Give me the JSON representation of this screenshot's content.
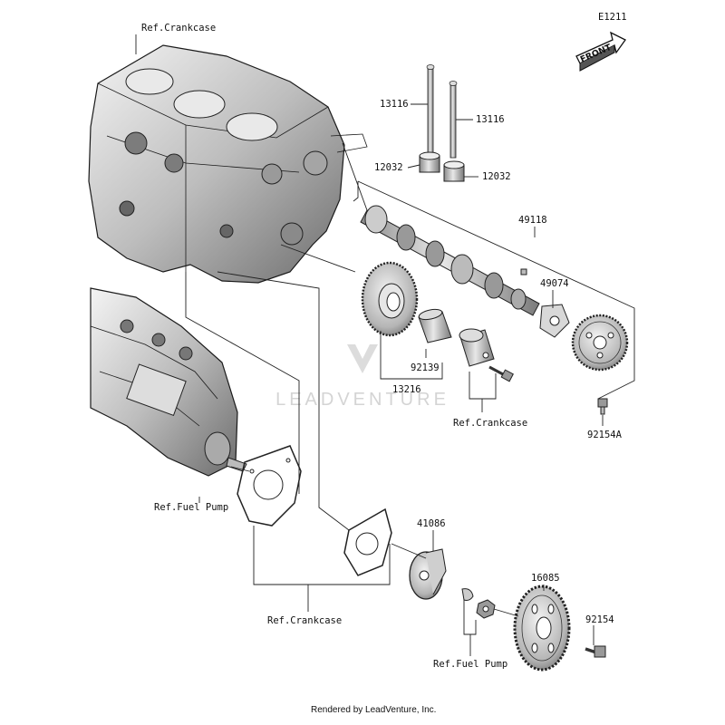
{
  "diagram_id": "E1211",
  "front_label": "FRONT",
  "watermark": "LEADVENTURE",
  "footer": "Rendered by LeadVenture, Inc.",
  "refs": {
    "crankcase_top": "Ref.Crankcase",
    "crankcase_mid": "Ref.Crankcase",
    "crankcase_bottom": "Ref.Crankcase",
    "fuel_pump_left": "Ref.Fuel Pump",
    "fuel_pump_bottom": "Ref.Fuel Pump"
  },
  "parts": {
    "pushrod_left": "13116",
    "pushrod_right": "13116",
    "tappet_left": "12032",
    "tappet_right": "12032",
    "camshaft": "49118",
    "cam_plate": "49074",
    "bolt_cam": "92154A",
    "idle_gear": "13216",
    "bushing": "92139",
    "gear_hub": "41086",
    "pump_gear": "16085",
    "bolt_pump": "92154"
  }
}
